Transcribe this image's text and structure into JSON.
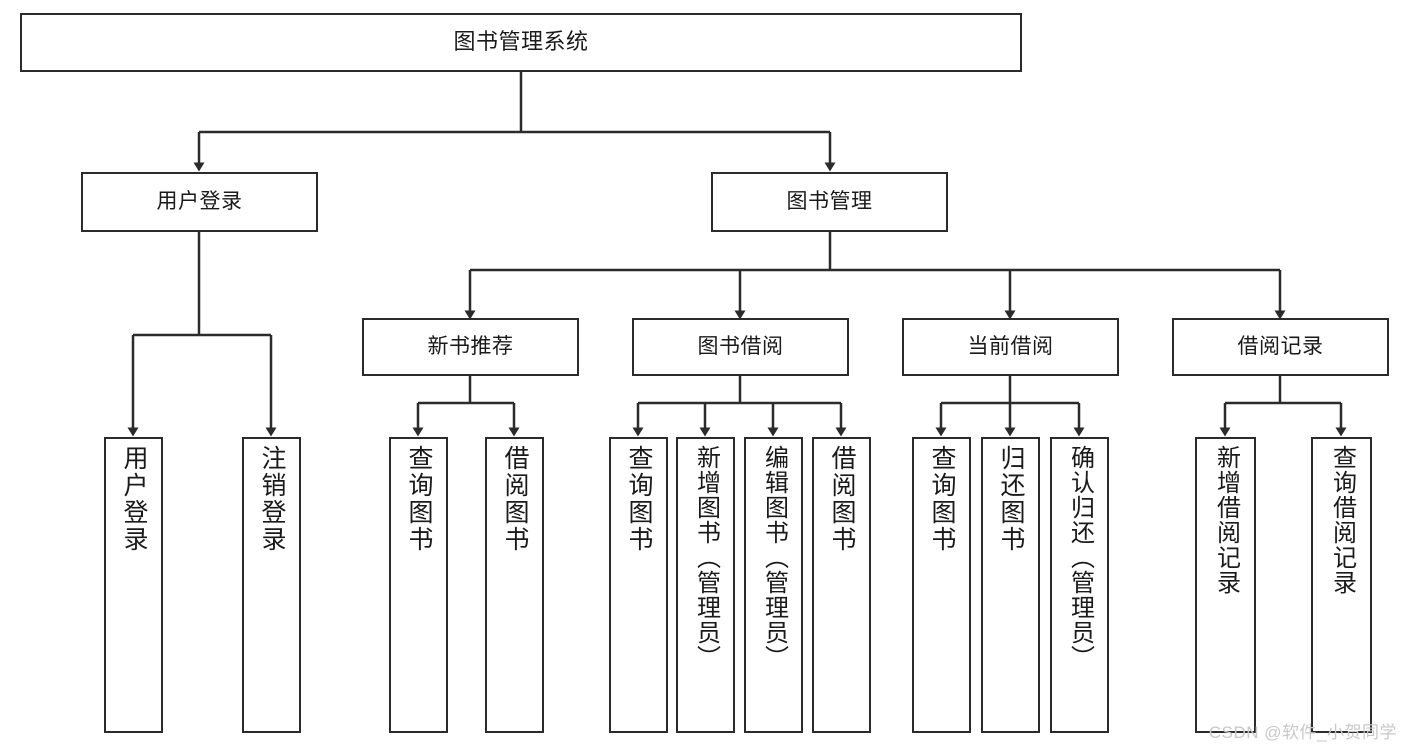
{
  "diagram": {
    "title": "图书管理系统",
    "type": "tree-hierarchy-chart",
    "colors": {
      "stroke": "#2b2b2b",
      "fill": "#ffffff",
      "text": "#1a1a1a",
      "watermark": "#c8c8c8"
    },
    "root": {
      "label": "图书管理系统"
    },
    "level1": [
      {
        "label": "用户登录"
      },
      {
        "label": "图书管理"
      }
    ],
    "level2": [
      {
        "label": "新书推荐"
      },
      {
        "label": "图书借阅"
      },
      {
        "label": "当前借阅"
      },
      {
        "label": "借阅记录"
      }
    ],
    "leaves": {
      "user_login": [
        {
          "label": "用户登录"
        },
        {
          "label": "注销登录"
        }
      ],
      "new_book_recommend": [
        {
          "label": "查询图书"
        },
        {
          "label": "借阅图书"
        }
      ],
      "book_borrow": [
        {
          "label": "查询图书"
        },
        {
          "label": "新增图书（管理员）"
        },
        {
          "label": "编辑图书（管理员）"
        },
        {
          "label": "借阅图书"
        }
      ],
      "current_borrow": [
        {
          "label": "查询图书"
        },
        {
          "label": "归还图书"
        },
        {
          "label": "确认归还（管理员）"
        }
      ],
      "borrow_record": [
        {
          "label": "新增借阅记录"
        },
        {
          "label": "查询借阅记录"
        }
      ]
    }
  },
  "watermark": {
    "text": "CSDN @软件_小贺同学"
  }
}
